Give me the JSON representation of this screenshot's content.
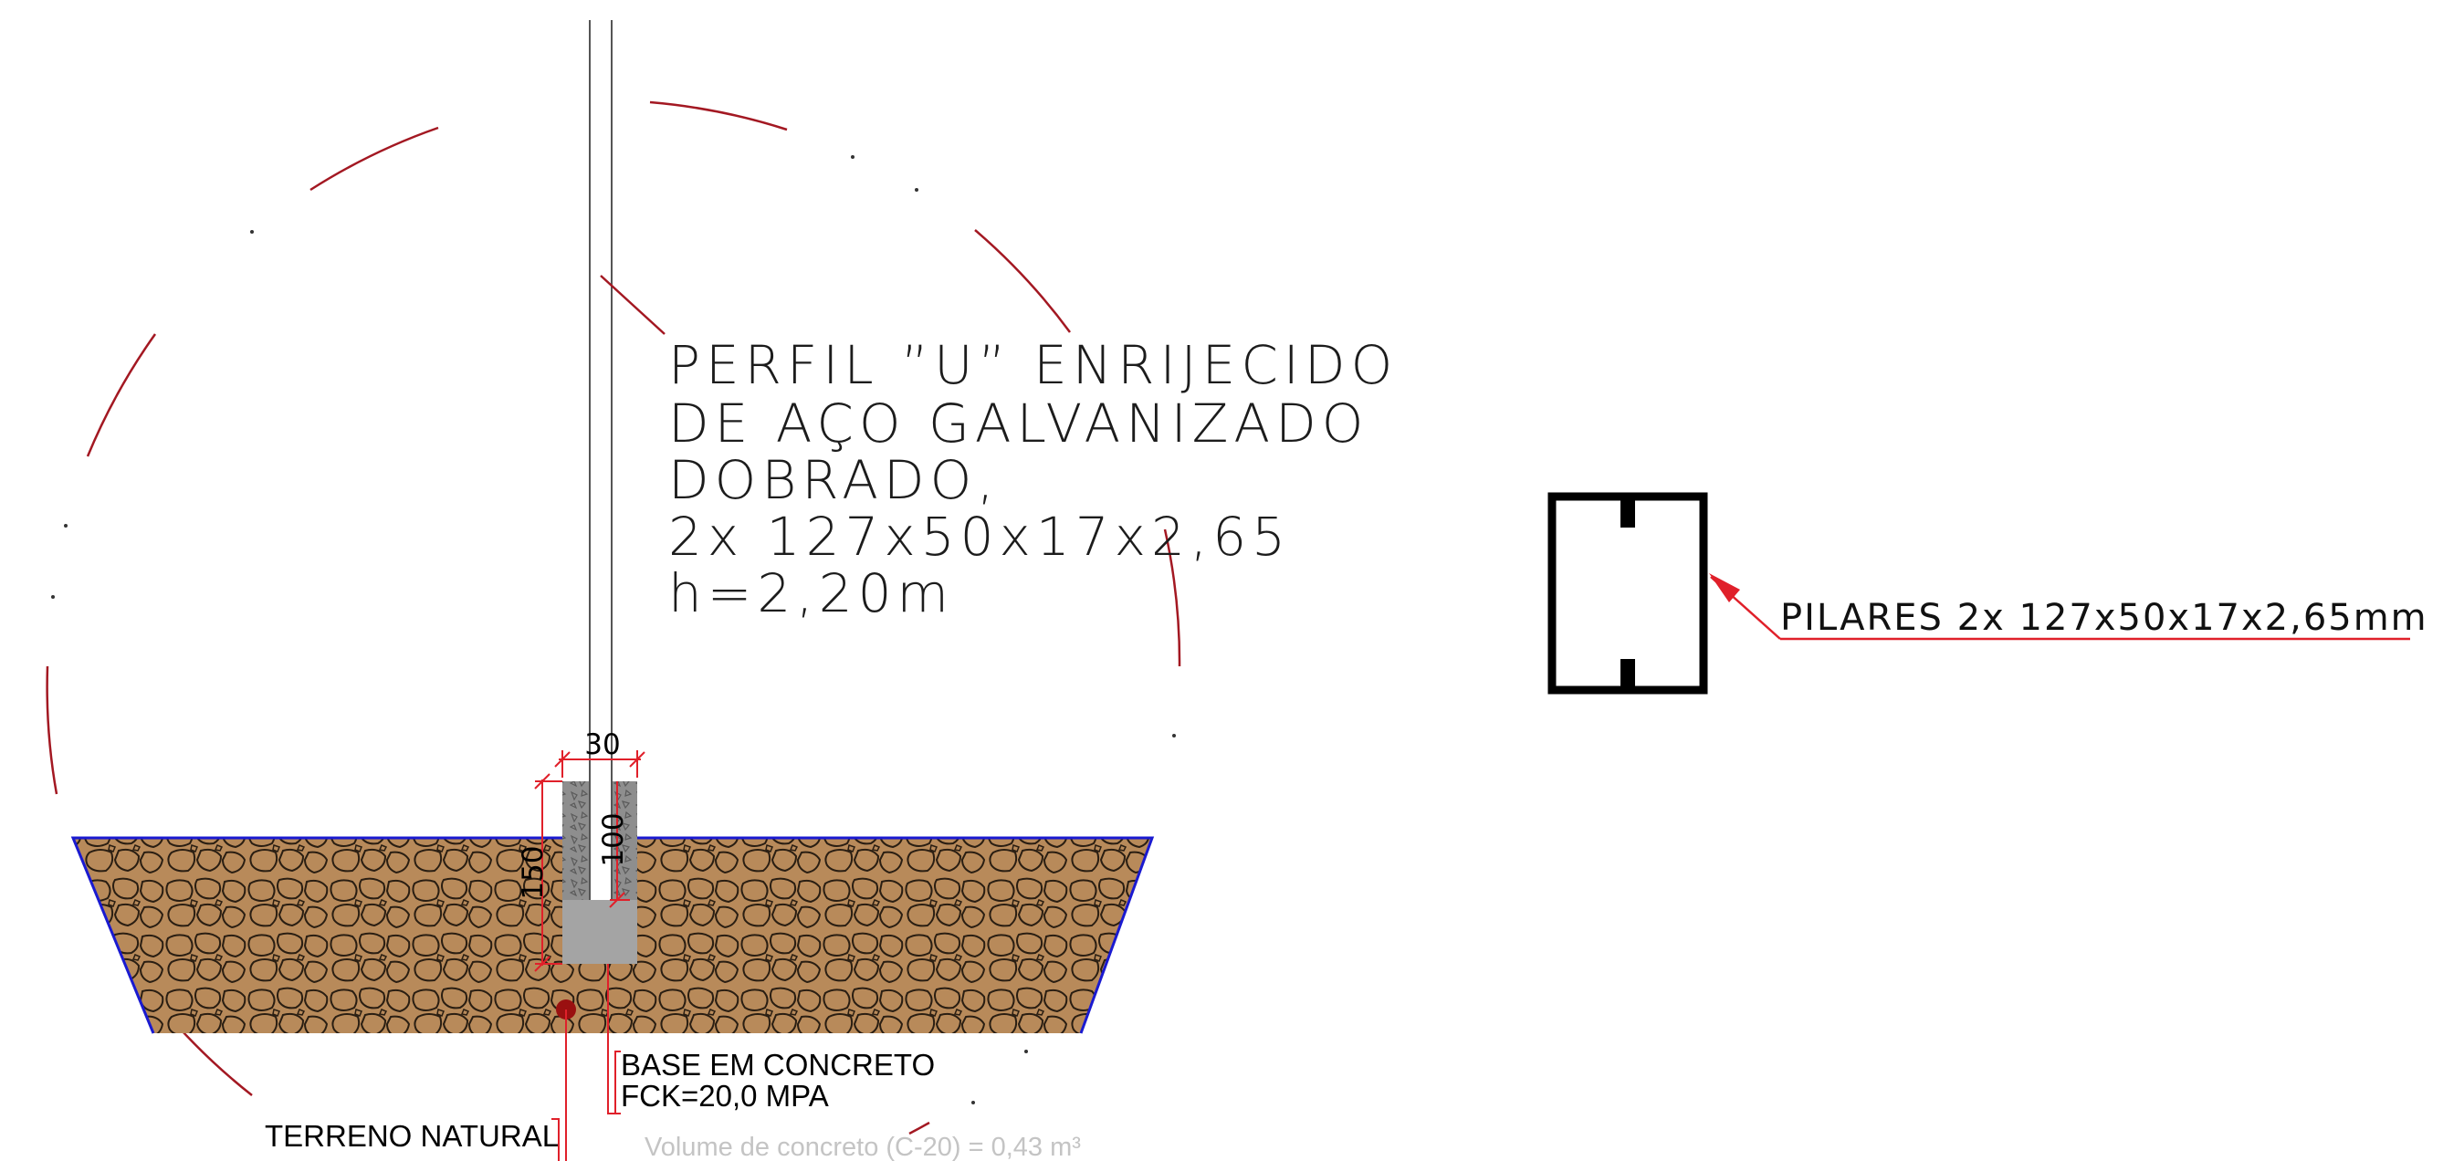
{
  "callout_title": {
    "lines": [
      "PERFIL ”U” ENRIJECIDO",
      "DE AÇO GALVANIZADO",
      "DOBRADO,",
      "2x 127x50x17x2,65",
      "h=2,20m"
    ]
  },
  "labels": {
    "base_line1": "BASE EM CONCRETO",
    "base_line2": "FCK=20,0 MPA",
    "terreno": "TERRENO NATURAL",
    "volume": "Volume de concreto (C-20) = 0,43 m³",
    "pilares": "PILARES 2x 127x50x17x2,65mm"
  },
  "dimensions": {
    "width": "30",
    "embed_depth": "100",
    "total_depth": "150"
  },
  "colors": {
    "soil": "#b88a5a",
    "stone_outline": "#2a1e12",
    "concrete": "#a4a4a4",
    "dim_red": "#e0202a",
    "dashed_circle": "#a31822",
    "ground_line": "#1a1ad0",
    "ground_marker": "#9a1010"
  }
}
